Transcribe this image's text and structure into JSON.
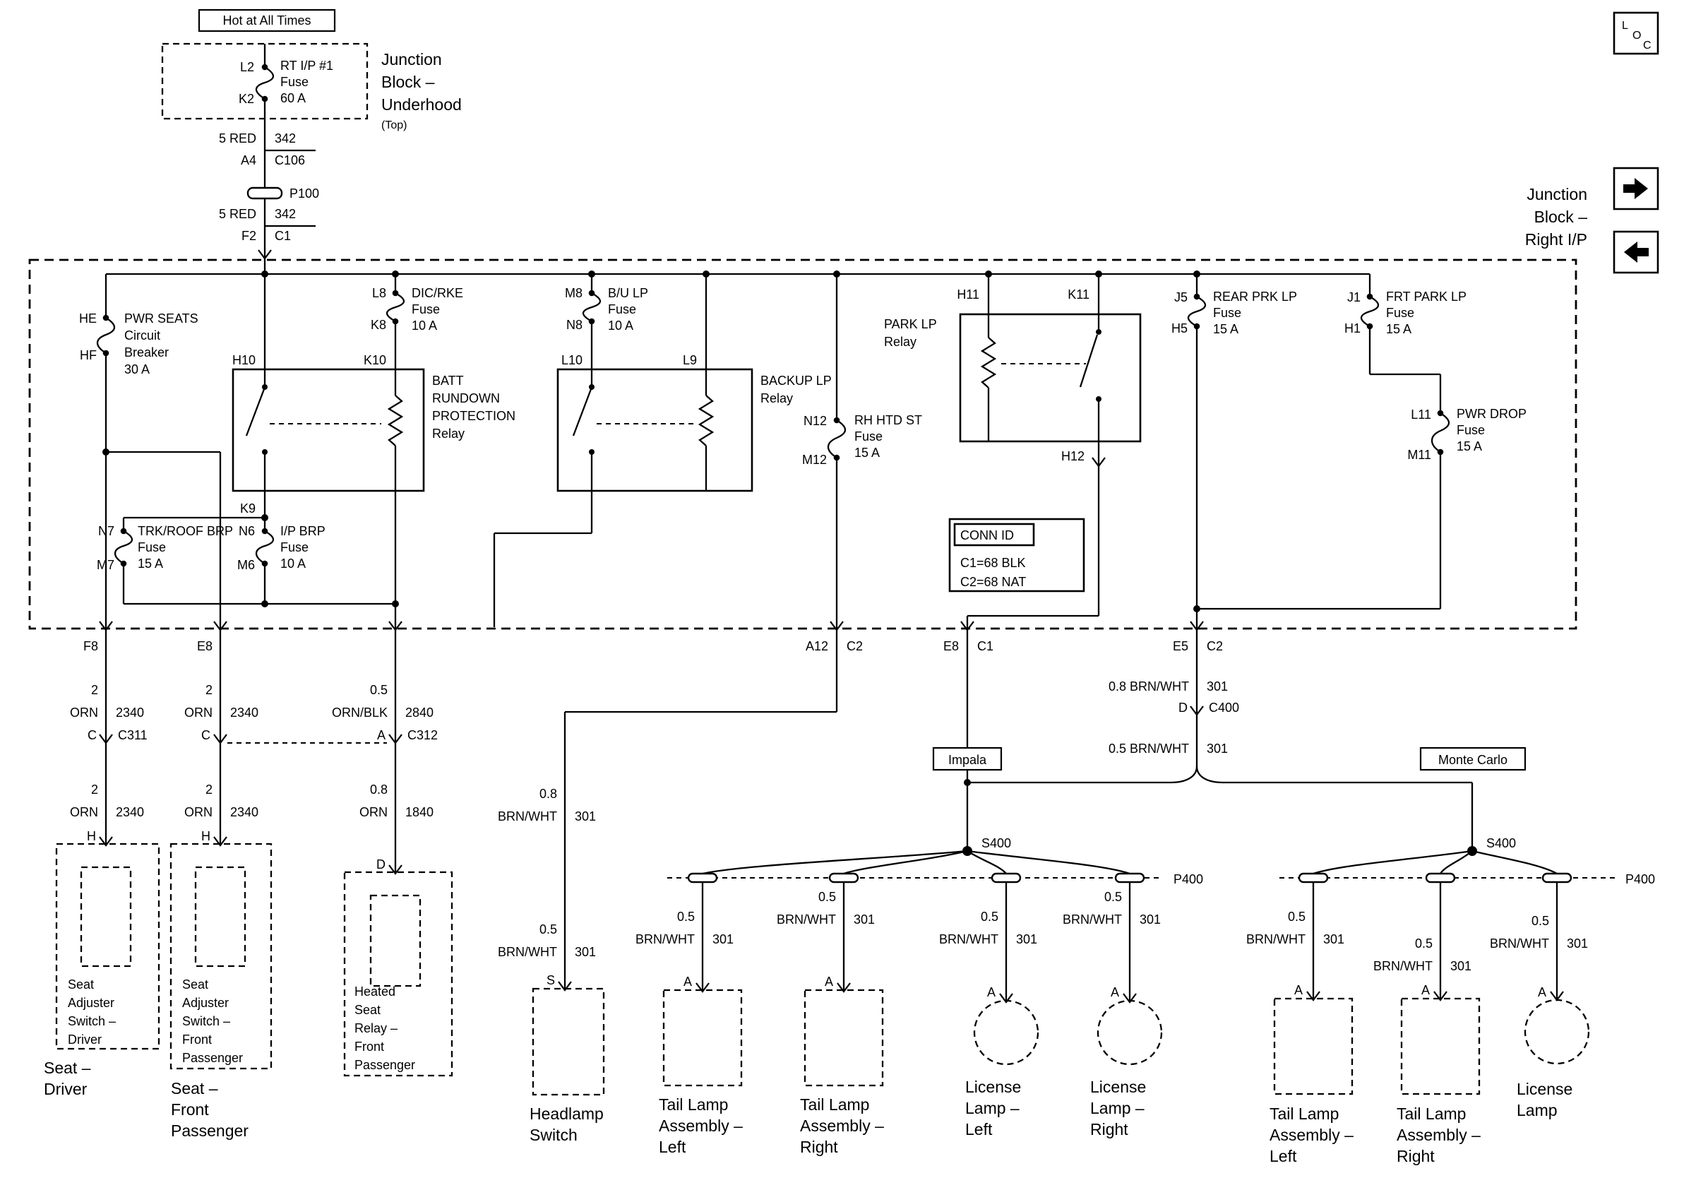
{
  "top": {
    "hot_tag": "Hot at All Times",
    "fuse": {
      "t1": "L2",
      "t2": "K2",
      "name": [
        "RT I/P #1",
        "Fuse",
        "60 A"
      ]
    },
    "underhood": [
      "Junction",
      "Block –",
      "Underhood",
      "(Top)"
    ],
    "feed1": {
      "gauge": "5 RED",
      "circuit": "342",
      "pin": "A4",
      "conn": "C106"
    },
    "p100": "P100",
    "feed2": {
      "gauge": "5 RED",
      "circuit": "342",
      "pin": "F2",
      "conn": "C1"
    }
  },
  "nav": {
    "loc": [
      "L",
      "O",
      "C"
    ]
  },
  "jb": {
    "title": [
      "Junction",
      "Block –",
      "Right I/P"
    ],
    "breaker": {
      "t1": "HE",
      "t2": "HF",
      "name": [
        "PWR SEATS",
        "Circuit",
        "Breaker",
        "30 A"
      ]
    },
    "dic_rke": {
      "t1": "L8",
      "t2": "K8",
      "name": [
        "DIC/RKE",
        "Fuse",
        "10 A"
      ]
    },
    "bu_lp": {
      "t1": "M8",
      "t2": "N8",
      "name": [
        "B/U LP",
        "Fuse",
        "10 A"
      ]
    },
    "rh_htd": {
      "t1": "N12",
      "t2": "M12",
      "name": [
        "RH HTD ST",
        "Fuse",
        "15 A"
      ]
    },
    "rear_prk": {
      "t1": "J5",
      "t2": "H5",
      "name": [
        "REAR PRK LP",
        "Fuse",
        "15 A"
      ]
    },
    "frt_park": {
      "t1": "J1",
      "t2": "H1",
      "name": [
        "FRT PARK LP",
        "Fuse",
        "15 A"
      ]
    },
    "pwr_drop": {
      "t1": "L11",
      "t2": "M11",
      "name": [
        "PWR DROP",
        "Fuse",
        "15 A"
      ]
    },
    "trk_roof": {
      "t1": "N7",
      "t2": "M7",
      "name": [
        "TRK/ROOF BRP",
        "Fuse",
        "15 A"
      ]
    },
    "ip_brp": {
      "t1": "N6",
      "t2": "M6",
      "name": [
        "I/P BRP",
        "Fuse",
        "10 A"
      ]
    },
    "batt_relay": {
      "in1": "H10",
      "in2": "K10",
      "out": "K9",
      "name": [
        "BATT",
        "RUNDOWN",
        "PROTECTION",
        "Relay"
      ]
    },
    "backup_relay": {
      "in1": "L10",
      "in2": "L9",
      "name": [
        "BACKUP LP",
        "Relay"
      ]
    },
    "park_relay": {
      "in1": "H11",
      "in2": "K11",
      "out": "H12",
      "name": [
        "PARK LP",
        "Relay"
      ]
    },
    "conn_id": {
      "title": "CONN ID",
      "rows": [
        "C1=68 BLK",
        "C2=68 NAT"
      ]
    },
    "exits": {
      "f8": "F8",
      "e8": "E8",
      "a12": {
        "pin": "A12",
        "conn": "C2"
      },
      "e8c1": {
        "pin": "E8",
        "conn": "C1"
      },
      "e5": {
        "pin": "E5",
        "conn": "C2"
      }
    }
  },
  "wires": {
    "w1": {
      "g1": "2",
      "c1": "ORN",
      "n1": "2340",
      "cp": "C",
      "cn": "C311",
      "g2": "2",
      "c2": "ORN",
      "n2": "2340",
      "pin": "H"
    },
    "w2": {
      "g1": "2",
      "c1": "ORN",
      "n1": "2340",
      "cp": "C",
      "g2": "2",
      "c2": "ORN",
      "n2": "2340",
      "pin": "H"
    },
    "w3": {
      "g1": "0.5",
      "c1": "ORN/BLK",
      "n1": "2840",
      "cp": "A",
      "cn": "C312",
      "g2": "0.8",
      "c2": "ORN",
      "n2": "1840",
      "pin": "D"
    },
    "headlamp": {
      "g1": "0.8",
      "c1": "BRN/WHT",
      "n1": "301",
      "g2": "0.5",
      "c2": "BRN/WHT",
      "n2": "301",
      "pin": "S"
    },
    "rear": {
      "l1": "0.8 BRN/WHT",
      "n1": "301",
      "cp": "D",
      "cn": "C400",
      "l2": "0.5 BRN/WHT",
      "n2": "301"
    },
    "tags": {
      "impala": "Impala",
      "monte": "Monte Carlo"
    },
    "splices": {
      "s400i": "S400",
      "p400i": "P400",
      "s400m": "S400",
      "p400m": "P400"
    },
    "lamps": {
      "itl": {
        "g": "0.5",
        "c": "BRN/WHT",
        "n": "301",
        "pin": "A"
      },
      "itr": {
        "g": "0.5",
        "c": "BRN/WHT",
        "n": "301",
        "pin": "A"
      },
      "ill": {
        "g": "0.5",
        "c": "BRN/WHT",
        "n": "301",
        "pin": "A"
      },
      "ilr": {
        "g": "0.5",
        "c": "BRN/WHT",
        "n": "301",
        "pin": "A"
      },
      "mtl": {
        "g": "0.5",
        "c": "BRN/WHT",
        "n": "301",
        "pin": "A"
      },
      "mtr": {
        "g": "0.5",
        "c": "BRN/WHT",
        "n": "301",
        "pin": "A"
      },
      "mlic": {
        "g": "0.5",
        "c": "BRN/WHT",
        "n": "301",
        "pin": "A"
      }
    }
  },
  "comp": {
    "seat_driver": {
      "box": [
        "Seat",
        "Adjuster",
        "Switch –",
        "Driver"
      ],
      "caption": [
        "Seat –",
        "Driver"
      ]
    },
    "seat_pass": {
      "box": [
        "Seat",
        "Adjuster",
        "Switch –",
        "Front",
        "Passenger"
      ],
      "caption": [
        "Seat –",
        "Front",
        "Passenger"
      ]
    },
    "heated": {
      "box": [
        "Heated",
        "Seat",
        "Relay –",
        "Front",
        "Passenger"
      ]
    },
    "headlamp": {
      "caption": [
        "Headlamp",
        "Switch"
      ]
    },
    "tail_il": {
      "caption": [
        "Tail Lamp",
        "Assembly –",
        "Left"
      ]
    },
    "tail_ir": {
      "caption": [
        "Tail Lamp",
        "Assembly –",
        "Right"
      ]
    },
    "lic_il": {
      "caption": [
        "License",
        "Lamp –",
        "Left"
      ]
    },
    "lic_ir": {
      "caption": [
        "License",
        "Lamp –",
        "Right"
      ]
    },
    "tail_ml": {
      "caption": [
        "Tail Lamp",
        "Assembly –",
        "Left"
      ]
    },
    "tail_mr": {
      "caption": [
        "Tail Lamp",
        "Assembly –",
        "Right"
      ]
    },
    "lic_m": {
      "caption": [
        "License",
        "Lamp"
      ]
    }
  }
}
